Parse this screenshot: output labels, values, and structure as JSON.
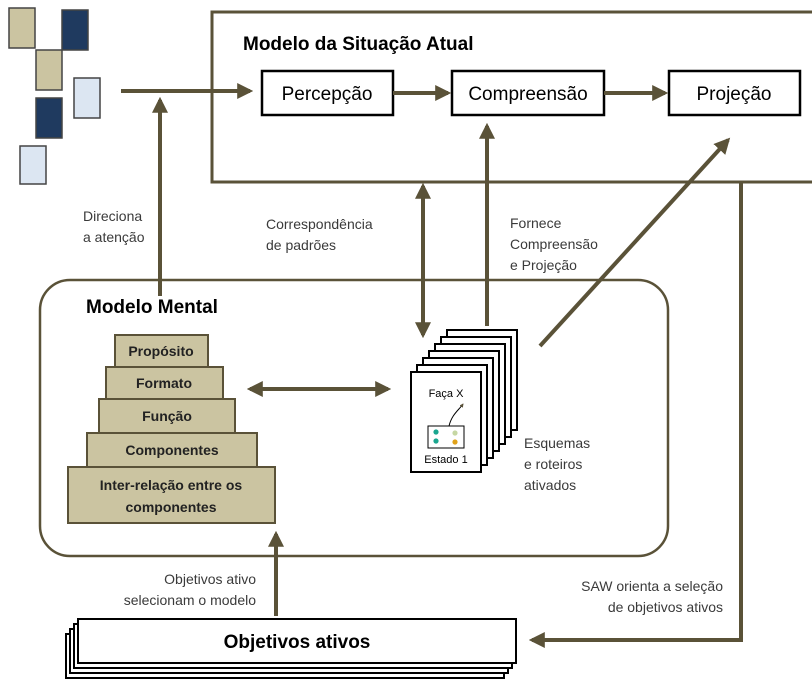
{
  "situation_model": {
    "title": "Modelo da Situação Atual",
    "boxes": [
      "Percepção",
      "Compreensão",
      "Projeção"
    ]
  },
  "mental_model": {
    "title": "Modelo Mental",
    "pyramid": [
      [
        "Propósito"
      ],
      [
        "Formato"
      ],
      [
        "Função"
      ],
      [
        "Componentes"
      ],
      [
        "Inter-relação entre os",
        "componentes"
      ]
    ]
  },
  "schemas": {
    "card_top": "Faça X",
    "card_bottom": "Estado 1",
    "caption": [
      "Esquemas",
      "e roteiros",
      "ativados"
    ]
  },
  "annotations": {
    "directs_attention": [
      "Direciona",
      "a atenção"
    ],
    "pattern_matching": [
      "Correspondência",
      "de padrões"
    ],
    "provides": [
      "Fornece",
      "Compreensão",
      "e Projeção"
    ],
    "goals_select": [
      "Objetivos ativo",
      "selecionam o modelo"
    ],
    "saw_guides": [
      "SAW orienta a seleção",
      "de objetivos ativos"
    ]
  },
  "active_goals": {
    "label": "Objetivos ativos"
  },
  "colors": {
    "arrow": "#5a5238",
    "tan": "#cbc4a1",
    "navy": "#1f3a5f",
    "light_blue": "#dce6f2"
  }
}
